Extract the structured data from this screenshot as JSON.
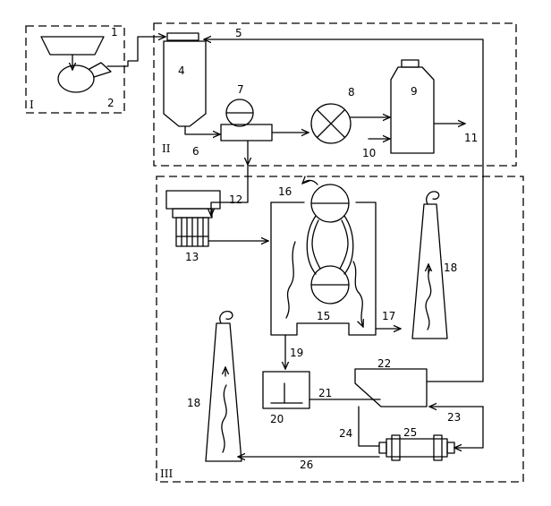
{
  "diagram": {
    "sections": [
      {
        "id": "I",
        "label": "I"
      },
      {
        "id": "II",
        "label": "II"
      },
      {
        "id": "III",
        "label": "III"
      }
    ],
    "labels": {
      "n1": "1",
      "n2": "2",
      "n4": "4",
      "n5": "5",
      "n6": "6",
      "n7": "7",
      "n8": "8",
      "n9": "9",
      "n10": "10",
      "n11": "11",
      "n12": "12",
      "n13": "13",
      "n15": "15",
      "n16": "16",
      "n17": "17",
      "n18a": "18",
      "n18b": "18",
      "n19": "19",
      "n20": "20",
      "n21": "21",
      "n22": "22",
      "n23": "23",
      "n24": "24",
      "n25": "25",
      "n26": "26"
    }
  }
}
